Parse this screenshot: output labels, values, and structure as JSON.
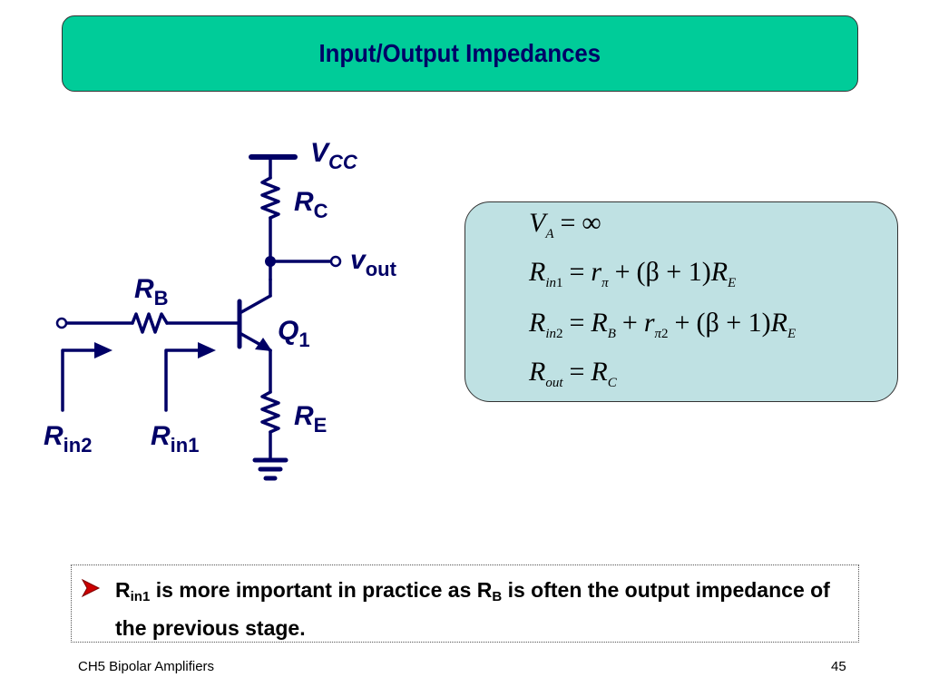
{
  "title": "Input/Output Impedances",
  "circuit": {
    "vcc_main": "V",
    "vcc_sub": "CC",
    "rc_main": "R",
    "rc_sub": "C",
    "vout_main": "v",
    "vout_sub": "out",
    "rb_main": "R",
    "rb_sub": "B",
    "q1_main": "Q",
    "q1_sub": "1",
    "re_main": "R",
    "re_sub": "E",
    "rin2_main": "R",
    "rin2_sub": "in2",
    "rin1_main": "R",
    "rin1_sub": "in1"
  },
  "equations": {
    "eq1": {
      "lhs": "V",
      "lhs_sub": "A",
      "eq": "=",
      "rhs": "∞"
    },
    "eq2": {
      "lhs": "R",
      "lhs_sub": "in",
      "lhs_sub2": "1",
      "eq": "=",
      "r": "r",
      "r_sub": "π",
      "plus1": "+",
      "paren": "(β + 1)",
      "re": "R",
      "re_sub": "E"
    },
    "eq3": {
      "lhs": "R",
      "lhs_sub": "in",
      "lhs_sub2": "2",
      "eq": "=",
      "rb": "R",
      "rb_sub": "B",
      "plus1": "+",
      "r": "r",
      "r_sub": "π",
      "r_sub2": "2",
      "plus2": "+",
      "paren": "(β + 1)",
      "re": "R",
      "re_sub": "E"
    },
    "eq4": {
      "lhs": "R",
      "lhs_sub": "out",
      "eq": "=",
      "rhs": "R",
      "rhs_sub": "C"
    }
  },
  "bullet": {
    "r1": "R",
    "r1_sub": "in1",
    "text1": " is more important in practice as R",
    "r2_sub": "B",
    "text2": " is often the output impedance of the previous stage."
  },
  "footer": {
    "left": "CH5 Bipolar Amplifiers",
    "page": "45"
  },
  "colors": {
    "title_bg": "#00cc99",
    "title_text": "#000066",
    "circuit": "#000066",
    "equation_box": "#bfe1e3",
    "bullet_arrow": "#cc0000"
  }
}
